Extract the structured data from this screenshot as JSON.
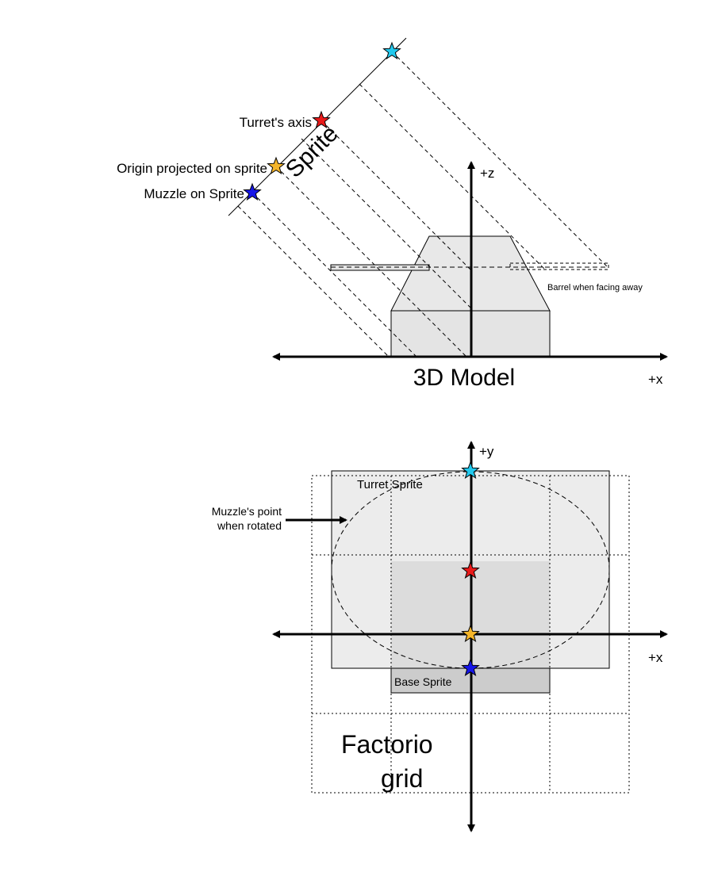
{
  "top_diagram": {
    "sprite_label": "Sprite",
    "turret_axis_label": "Turret's axis",
    "origin_label": "Origin projected on sprite",
    "muzzle_label": "Muzzle on Sprite",
    "z_axis_label": "+z",
    "x_axis_label": "+x",
    "barrel_label": "Barrel when facing away",
    "model_label": "3D Model"
  },
  "bottom_diagram": {
    "y_axis_label": "+y",
    "x_axis_label": "+x",
    "turret_sprite_label": "Turret Sprite",
    "muzzle_rotated_label_line1": "Muzzle's point",
    "muzzle_rotated_label_line2": "when rotated",
    "base_sprite_label": "Base Sprite",
    "grid_label_line1": "Factorio",
    "grid_label_line2": "grid"
  },
  "colors": {
    "star_cyan": "#22c9ee",
    "star_red": "#e81a1a",
    "star_orange": "#f4b52a",
    "star_blue": "#1515e8",
    "turret_fill": "#ececec",
    "base_fill": "#e4e4e4",
    "base_sprite_fill": "#cccccc",
    "inner_fill": "#dcdcdc"
  }
}
